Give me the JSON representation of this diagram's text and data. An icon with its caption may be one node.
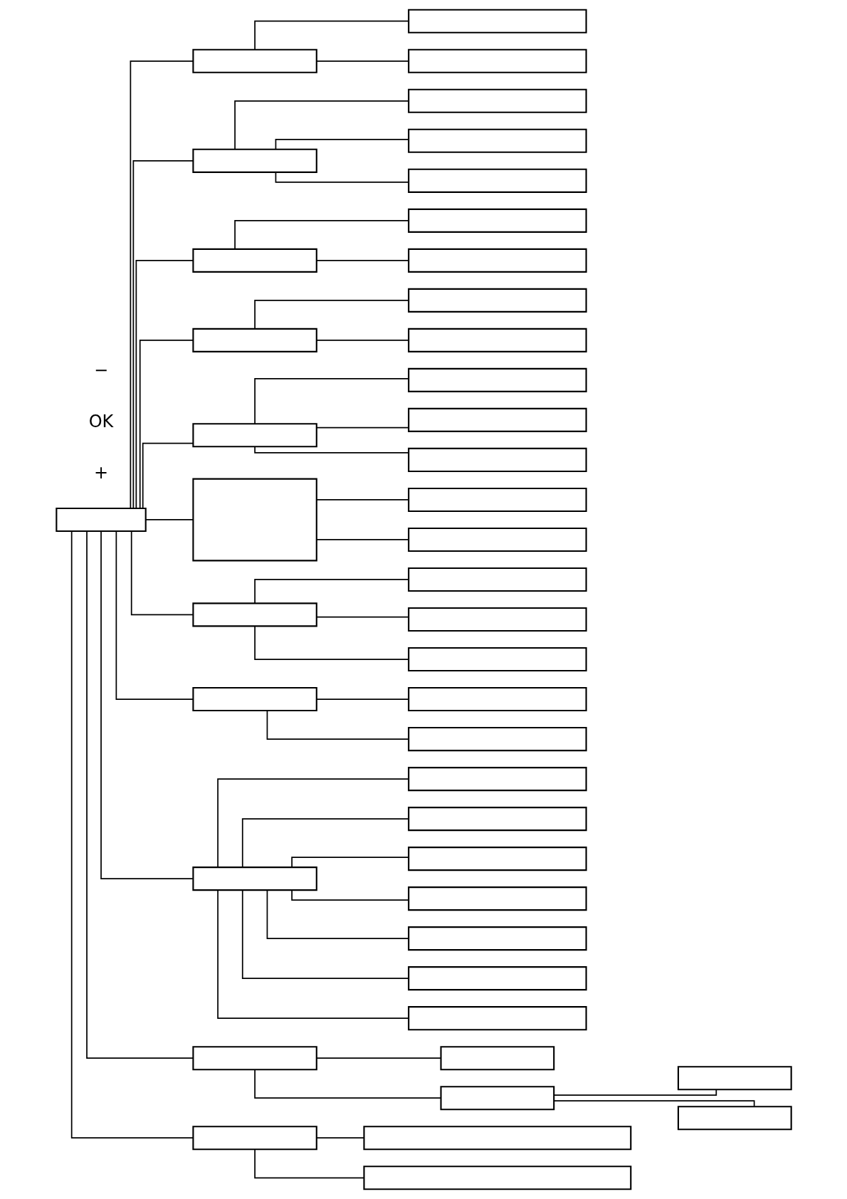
{
  "diagram": {
    "nodes": [
      {
        "text": [],
        "shape": "box"
      },
      {
        "text": [],
        "shape": "box"
      },
      {
        "text": [],
        "shape": "box"
      },
      {
        "text": [],
        "shape": "box"
      },
      {
        "text": [],
        "shape": "box"
      },
      {
        "text": [],
        "shape": "box"
      },
      {
        "text": [],
        "shape": "box"
      },
      {
        "text": [],
        "shape": "box"
      },
      {
        "text": [],
        "shape": "box"
      },
      {
        "text": [],
        "shape": "box"
      },
      {
        "text": [],
        "shape": "box"
      },
      {
        "text": [],
        "shape": "box"
      },
      {
        "text": [],
        "shape": "box"
      },
      {
        "text": [],
        "shape": "box"
      },
      {
        "text": [],
        "shape": "box"
      },
      {
        "text": [],
        "shape": "box"
      },
      {
        "text": [],
        "shape": "box"
      },
      {
        "text": [],
        "shape": "box"
      },
      {
        "text": [],
        "shape": "box"
      },
      {
        "text": [],
        "shape": "box"
      },
      {
        "text": [],
        "shape": "box"
      },
      {
        "text": [],
        "shape": "box"
      },
      {
        "text": [],
        "shape": "box"
      },
      {
        "text": [],
        "shape": "box"
      },
      {
        "text": [],
        "shape": "box"
      },
      {
        "text": [],
        "shape": "box"
      },
      {
        "text": [],
        "shape": "box"
      },
      {
        "text": [],
        "shape": "box"
      },
      {
        "text": [],
        "shape": "box"
      },
      {
        "text": [],
        "shape": "box"
      },
      {
        "text": [],
        "shape": "box"
      },
      {
        "text": [],
        "shape": "box"
      },
      {
        "text": [],
        "shape": "box"
      },
      {
        "text": [],
        "shape": "box"
      },
      {
        "text": [],
        "shape": "box"
      },
      {
        "text": [],
        "shape": "box"
      },
      {
        "text": [],
        "shape": "box"
      },
      {
        "text": [],
        "shape": "box"
      },
      {
        "text": [],
        "shape": "box"
      },
      {
        "text": [],
        "shape": "box"
      },
      {
        "text": [],
        "shape": "box"
      },
      {
        "text": [],
        "shape": "box"
      },
      {
        "text": [],
        "shape": "box"
      },
      {
        "text": [],
        "shape": "box"
      }
    ],
    "edges": [
      {
        "from": 0,
        "to": 1,
        "arrow": "none"
      },
      {
        "from": 1,
        "to": 2,
        "arrow": "none"
      },
      {
        "from": 1,
        "to": 3,
        "arrow": "none"
      },
      {
        "from": 0,
        "to": 4,
        "arrow": "none"
      },
      {
        "from": 4,
        "to": 5,
        "arrow": "none"
      },
      {
        "from": 4,
        "to": 6,
        "arrow": "none"
      },
      {
        "from": 4,
        "to": 7,
        "arrow": "none"
      },
      {
        "from": 0,
        "to": 8,
        "arrow": "none"
      },
      {
        "from": 8,
        "to": 9,
        "arrow": "none"
      },
      {
        "from": 8,
        "to": 10,
        "arrow": "none"
      },
      {
        "from": 0,
        "to": 11,
        "arrow": "none"
      },
      {
        "from": 11,
        "to": 12,
        "arrow": "none"
      },
      {
        "from": 11,
        "to": 13,
        "arrow": "none"
      },
      {
        "from": 0,
        "to": 14,
        "arrow": "none"
      },
      {
        "from": 14,
        "to": 15,
        "arrow": "none"
      },
      {
        "from": 14,
        "to": 16,
        "arrow": "none"
      },
      {
        "from": 14,
        "to": 17,
        "arrow": "none"
      },
      {
        "from": 0,
        "to": 18,
        "arrow": "none"
      },
      {
        "from": 18,
        "to": 19,
        "arrow": "none"
      },
      {
        "from": 18,
        "to": 20,
        "arrow": "none"
      },
      {
        "from": 0,
        "to": 21,
        "arrow": "none"
      },
      {
        "from": 21,
        "to": 22,
        "arrow": "none"
      },
      {
        "from": 21,
        "to": 23,
        "arrow": "none"
      },
      {
        "from": 21,
        "to": 24,
        "arrow": "none"
      },
      {
        "from": 0,
        "to": 25,
        "arrow": "none"
      },
      {
        "from": 25,
        "to": 26,
        "arrow": "none"
      },
      {
        "from": 25,
        "to": 27,
        "arrow": "none"
      },
      {
        "from": 0,
        "to": 28,
        "arrow": "none"
      },
      {
        "from": 28,
        "to": 29,
        "arrow": "none"
      },
      {
        "from": 28,
        "to": 30,
        "arrow": "none"
      },
      {
        "from": 28,
        "to": 31,
        "arrow": "none"
      },
      {
        "from": 28,
        "to": 32,
        "arrow": "none"
      },
      {
        "from": 28,
        "to": 33,
        "arrow": "none"
      },
      {
        "from": 28,
        "to": 34,
        "arrow": "none"
      },
      {
        "from": 28,
        "to": 35,
        "arrow": "none"
      },
      {
        "from": 0,
        "to": 36,
        "arrow": "none"
      },
      {
        "from": 36,
        "to": 37,
        "arrow": "none"
      },
      {
        "from": 36,
        "to": 38,
        "arrow": "none"
      },
      {
        "from": 38,
        "to": 39,
        "arrow": "none"
      },
      {
        "from": 38,
        "to": 40,
        "arrow": "none"
      },
      {
        "from": 0,
        "to": 41,
        "arrow": "none"
      },
      {
        "from": 41,
        "to": 42,
        "arrow": "none"
      },
      {
        "from": 41,
        "to": 43,
        "arrow": "none"
      }
    ],
    "labels": [
      "+",
      "OK",
      "−"
    ]
  }
}
